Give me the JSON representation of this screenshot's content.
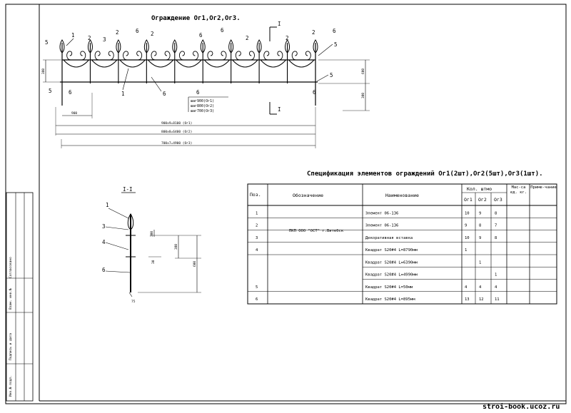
{
  "drawing": {
    "fence_title": "Ограждение Ог1,Ог2,Ог3.",
    "section_mark": "I",
    "section_title": "I-I",
    "callouts": {
      "c1": "1",
      "c2a": "2",
      "c3": "3",
      "c6a": "6",
      "c2b": "2",
      "c6b": "6",
      "c6c": "6",
      "c2c": "2",
      "c5a": "5",
      "c6d": "6",
      "c5b": "5",
      "c5c": "5",
      "c6e": "6",
      "c1b": "1",
      "c6f": "6",
      "c6g": "6",
      "c6h": "6"
    },
    "pitch_labels": [
      "шаг900(Ог1)",
      "шаг800(Ог2)",
      "шаг700(Ог3)"
    ],
    "dims": {
      "h_top": "380",
      "h_mid": "600",
      "h_bot": "300",
      "step": "900",
      "d1": "900x9=8100 (Ог1)",
      "d2": "800x8=6400 (Ог2)",
      "d3": "700x7=4900 (Ог3)"
    },
    "section_dims": {
      "a": "300",
      "b": "380",
      "c": "600",
      "d": "75",
      "e": "30"
    },
    "section_callouts": [
      "1",
      "3",
      "4",
      "6"
    ]
  },
  "spec": {
    "title": "Спецификация элементов ограждений Ог1(2шт),Ог2(5шт),Ог3(1шт).",
    "headers": {
      "pos": "Поз.",
      "designation": "Обозначение",
      "name": "Наименование",
      "qty_group": "Кол. штмо",
      "qty": [
        "Ог1",
        "Ог2",
        "Ог3"
      ],
      "mass": "Мас-са ед. кг.",
      "note": "Приме-чание"
    },
    "designation_value": "ПКП ООО \"ОСТ\" г.Витебск",
    "rows": [
      {
        "pos": "1",
        "name": "Элемент 06-136",
        "q": [
          "10",
          "9",
          "8"
        ]
      },
      {
        "pos": "2",
        "name": "Элемент 06-136",
        "q": [
          "9",
          "8",
          "7"
        ]
      },
      {
        "pos": "3",
        "name": "Декоративная вставка",
        "q": [
          "10",
          "9",
          "8"
        ]
      },
      {
        "pos": "4",
        "name": "Квадрат S20#4  L=8790мм",
        "q": [
          "1",
          "",
          ""
        ]
      },
      {
        "pos": "",
        "name": "Квадрат S20#4  L=6390мм",
        "q": [
          "",
          "1",
          ""
        ]
      },
      {
        "pos": "",
        "name": "Квадрат S20#4  L=4990мм",
        "q": [
          "",
          "",
          "1"
        ]
      },
      {
        "pos": "5",
        "name": "Квадрат S20#4  L=50мм",
        "q": [
          "4",
          "4",
          "4"
        ]
      },
      {
        "pos": "6",
        "name": "Квадрат S20#4  L=895мм",
        "q": [
          "13",
          "12",
          "11"
        ]
      }
    ]
  },
  "stamp": {
    "labels": [
      "Согласовано",
      "Взам. инв.№",
      "Подпись и дата",
      "Инв.№ подл."
    ]
  },
  "watermark": "stroi-book.ucoz.ru"
}
